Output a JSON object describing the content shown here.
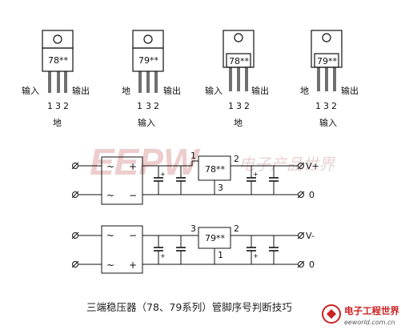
{
  "packages": [
    {
      "label": "78**",
      "left_label": "输入",
      "right_label": "输出",
      "pins": [
        "1",
        "3",
        "2"
      ],
      "bottom_label": "地"
    },
    {
      "label": "79**",
      "left_label": "地",
      "right_label": "输出",
      "pins": [
        "1",
        "3",
        "2"
      ],
      "bottom_label": "输入"
    },
    {
      "label": "78**",
      "left_label": "输入",
      "right_label": "输出",
      "pins": [
        "1",
        "3",
        "2"
      ],
      "bottom_label": "地"
    },
    {
      "label": "79**",
      "left_label": "地",
      "right_label": "输出",
      "pins": [
        "1",
        "3",
        "2"
      ],
      "bottom_label": "输入"
    }
  ],
  "circuit_top": {
    "regulator": "78**",
    "pin_in": "1",
    "pin_out": "2",
    "pin_gnd": "3",
    "output_pos": "V+",
    "output_zero": "0",
    "bridge_plus": "+",
    "bridge_minus": "−",
    "ac": "~",
    "cap_plus": "+"
  },
  "circuit_bottom": {
    "regulator": "79**",
    "pin_in": "3",
    "pin_out": "2",
    "pin_gnd": "1",
    "output_neg": "V-",
    "output_zero": "0",
    "bridge_plus": "+",
    "bridge_minus": "−",
    "ac": "~",
    "cap_plus": "+"
  },
  "caption": "三端稳压器（78、79系列）管脚序号判断技巧",
  "watermark": {
    "main": "EEPW",
    "cn": "电子产品世界"
  },
  "logo": {
    "cn": "电子工程世界",
    "url": "eeworld.com.cn"
  },
  "colors": {
    "line": "#111111",
    "watermark": "#d9a0a0",
    "logo": "#cc2222"
  }
}
